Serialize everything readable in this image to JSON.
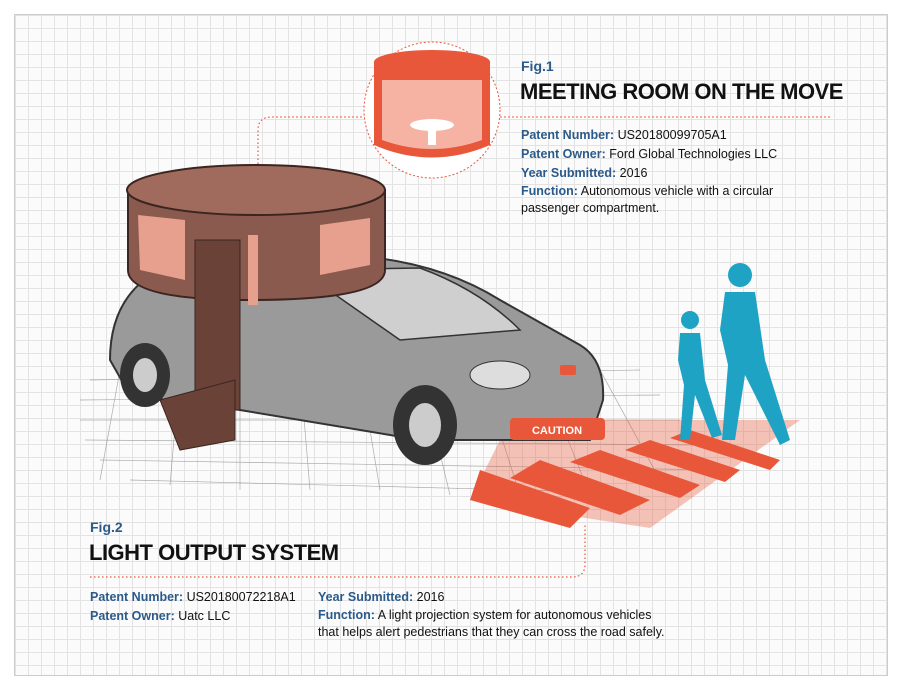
{
  "fig1": {
    "fig_label": "Fig.1",
    "title": "MEETING ROOM ON THE MOVE",
    "patent_number_label": "Patent Number:",
    "patent_number": "US20180099705A1",
    "patent_owner_label": "Patent Owner:",
    "patent_owner": "Ford Global Technologies LLC",
    "year_label": "Year Submitted:",
    "year": "2016",
    "function_label": "Function:",
    "function": "Autonomous vehicle with a circular passenger compartment."
  },
  "fig2": {
    "fig_label": "Fig.2",
    "title": "LIGHT OUTPUT SYSTEM",
    "patent_number_label": "Patent Number:",
    "patent_number": "US20180072218A1",
    "patent_owner_label": "Patent Owner:",
    "patent_owner": "Uatc LLC",
    "year_label": "Year Submitted:",
    "year": "2016",
    "function_label": "Function:",
    "function": "A light projection system for autonomous vehicles that helps alert pedestrians that they can cross the road safely."
  },
  "illustration": {
    "plate_text": "CAUTION",
    "colors": {
      "accent": "#e8573a",
      "label_blue": "#2b5a8a",
      "pedestrian": "#1fa3c4",
      "room_brown": "#8a5a4e"
    }
  }
}
